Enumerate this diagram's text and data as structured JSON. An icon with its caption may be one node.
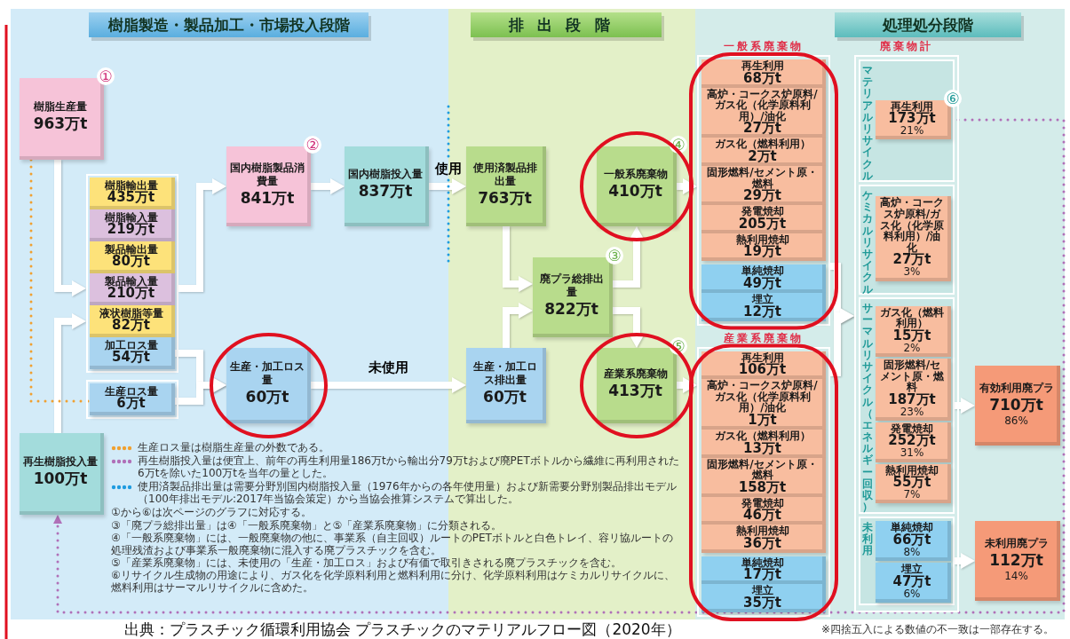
{
  "diagram": {
    "caption": "出典：プラスチック循環利用協会 プラスチックのマテリアルフロー図（2020年）",
    "nodes": [
      {
        "text": [
          "樹脂製造・製品加工・市場投入段階"
        ]
      },
      {
        "text": [
          "排出段階"
        ]
      },
      {
        "text": [
          "処理処分段階"
        ]
      },
      {
        "text": [
          "樹脂生産量",
          "963万t"
        ],
        "beside": [
          "①"
        ]
      },
      {
        "text": [],
        "shape": "box"
      },
      {
        "text": [
          "樹脂輸出量",
          "435万t"
        ],
        "in": 4
      },
      {
        "text": [
          "樹脂輸入量",
          "219万t"
        ],
        "in": 4
      },
      {
        "text": [
          "製品輸出量",
          "80万t"
        ],
        "in": 4
      },
      {
        "text": [
          "製品輸入量",
          "210万t"
        ],
        "in": 4
      },
      {
        "text": [
          "液状樹脂等量",
          "82万t"
        ],
        "in": 4
      },
      {
        "text": [
          "加工ロス量",
          "54万t"
        ],
        "in": 4
      },
      {
        "text": [],
        "shape": "box"
      },
      {
        "text": [
          "生産ロス量",
          "6万t"
        ],
        "in": 11
      },
      {
        "text": [
          "再生樹脂投入量",
          "100万t"
        ]
      },
      {
        "text": [
          "国内樹脂製品消費量",
          "841万t"
        ],
        "beside": [
          "②"
        ]
      },
      {
        "text": [
          "国内樹脂投入量",
          "837万t"
        ]
      },
      {
        "text": [
          "使用済製品排出量",
          "763万t"
        ]
      },
      {
        "text": [
          "生産・加工ロス量",
          "60万t"
        ]
      },
      {
        "text": [
          "生産・加工ロス排出量",
          "60万t"
        ]
      },
      {
        "text": [
          "廃プラ総排出量",
          "822万t"
        ],
        "beside": [
          "③"
        ]
      },
      {
        "text": [
          "一般系廃棄物",
          "410万t"
        ],
        "beside": [
          "④"
        ]
      },
      {
        "text": [
          "産業系廃棄物",
          "413万t"
        ],
        "beside": [
          "⑤"
        ]
      },
      {
        "text": [
          "一般系廃棄物"
        ]
      },
      {
        "text": [
          "再生利用",
          "68万t"
        ],
        "in": 22
      },
      {
        "text": [
          "高炉・コークス炉原料/ガス化（化学原料利用）/油化",
          "27万t"
        ],
        "in": 22
      },
      {
        "text": [
          "ガス化（燃料利用）",
          "2万t"
        ],
        "in": 22
      },
      {
        "text": [
          "固形燃料/セメント原・燃料",
          "29万t"
        ],
        "in": 22
      },
      {
        "text": [
          "発電焼却",
          "205万t"
        ],
        "in": 22
      },
      {
        "text": [
          "熱利用焼却",
          "19万t"
        ],
        "in": 22
      },
      {
        "text": [
          "単純焼却",
          "49万t"
        ],
        "in": 22
      },
      {
        "text": [
          "埋立",
          "12万t"
        ],
        "in": 22
      },
      {
        "text": [
          "産業系廃棄物"
        ]
      },
      {
        "text": [
          "再生利用",
          "106万t"
        ],
        "in": 31
      },
      {
        "text": [
          "高炉・コークス炉原料/ガス化（化学原料利用）/油化",
          "1万t"
        ],
        "in": 31
      },
      {
        "text": [
          "ガス化（燃料利用）",
          "13万t"
        ],
        "in": 31
      },
      {
        "text": [
          "固形燃料/セメント原・燃料",
          "158万t"
        ],
        "in": 31
      },
      {
        "text": [
          "発電焼却",
          "46万t"
        ],
        "in": 31
      },
      {
        "text": [
          "熱利用焼却",
          "36万t"
        ],
        "in": 31
      },
      {
        "text": [
          "単純焼却",
          "17万t"
        ],
        "in": 31
      },
      {
        "text": [
          "埋立",
          "35万t"
        ],
        "in": 31
      },
      {
        "text": [
          "廃棄物計"
        ]
      },
      {
        "text": [
          "マテリアルリサイクル"
        ],
        "in": 40
      },
      {
        "text": [
          "再生利用",
          "173万t",
          "21%"
        ],
        "in": 41,
        "beside": [
          "⑥"
        ]
      },
      {
        "text": [
          "ケミカルリサイクル"
        ],
        "in": 40
      },
      {
        "text": [
          "高炉・コークス炉原料/ガス化（化学原料利用）/油化",
          "27万t",
          "3%"
        ],
        "in": 43
      },
      {
        "text": [
          "サーマルリサイクル（エネルギー回収）"
        ],
        "in": 40
      },
      {
        "text": [
          "ガス化（燃料利用）",
          "15万t",
          "2%"
        ],
        "in": 45
      },
      {
        "text": [
          "固形燃料/セメント原・燃料",
          "187万t",
          "23%"
        ],
        "in": 45
      },
      {
        "text": [
          "発電焼却",
          "252万t",
          "31%"
        ],
        "in": 45
      },
      {
        "text": [
          "熱利用焼却",
          "55万t",
          "7%"
        ],
        "in": 45
      },
      {
        "text": [
          "未利用"
        ],
        "in": 40
      },
      {
        "text": [
          "単純焼却",
          "66万t",
          "8%"
        ],
        "in": 50
      },
      {
        "text": [
          "埋立",
          "47万t",
          "6%"
        ],
        "in": 50
      },
      {
        "text": [
          "有効利用廃プラ",
          "710万t",
          "86%"
        ]
      },
      {
        "text": [
          "未利用廃プラ",
          "112万t",
          "14%"
        ]
      }
    ],
    "edges": [
      {
        "from": 3,
        "to": 4,
        "arrow": "to"
      },
      {
        "from": 13,
        "to": 4,
        "arrow": "to"
      },
      {
        "from": 4,
        "to": 14,
        "arrow": "to"
      },
      {
        "from": 14,
        "to": 15,
        "arrow": "to"
      },
      {
        "from": 15,
        "to": 16,
        "arrow": "to",
        "label": "使用"
      },
      {
        "from": 10,
        "to": 17,
        "arrow": "to"
      },
      {
        "from": 12,
        "to": 17,
        "arrow": "to"
      },
      {
        "from": 17,
        "to": 18,
        "arrow": "to",
        "label": "未使用"
      },
      {
        "from": 16,
        "to": 19,
        "arrow": "to"
      },
      {
        "from": 18,
        "to": 19,
        "arrow": "to"
      },
      {
        "from": 19,
        "to": 20,
        "arrow": "to"
      },
      {
        "from": 19,
        "to": 21,
        "arrow": "to"
      },
      {
        "from": 20,
        "to": 22,
        "arrow": "to"
      },
      {
        "from": 21,
        "to": 31,
        "arrow": "to"
      },
      {
        "from": 22,
        "to": 40,
        "arrow": "to"
      },
      {
        "from": 31,
        "to": 40,
        "arrow": "to"
      },
      {
        "from": 45,
        "to": 53,
        "arrow": "to"
      },
      {
        "from": 50,
        "to": 54,
        "arrow": "to"
      },
      {
        "from": 3,
        "to": 12,
        "arrow": "none",
        "style": "dashed",
        "color": "#f0a030"
      },
      {
        "from": 42,
        "to": 13,
        "arrow": "to",
        "style": "dashed",
        "color": "#b070b8"
      }
    ],
    "labels": [
      "①から⑥は次ページのグラフに対応する。",
      "③「廃プラ総排出量」は④「一般系廃棄物」と⑤「産業系廃棄物」に分類される。",
      "④「一般系廃棄物」には、一般廃棄物の他に、事業系（自主回収）ルートのPETボトルと白色トレイ、容リ協ルートの処理残渣および事業系一般廃棄物に混入する廃プラスチックを含む。",
      "⑤「産業系廃棄物」には、未使用の「生産・加工ロス」および有価で取引きされる廃プラスチックを含む。",
      "⑥リサイクル生成物の用途により、ガス化を化学原料利用と燃料利用に分け、化学原料利用はケミカルリサイクルに、燃料利用はサーマルリサイクルに含めた。",
      "※四捨五入による数値の不一致は一部存在する。"
    ],
    "legend": [
      {
        "text": "生産ロス量は樹脂生産量の外数である。"
      },
      {
        "text": "再生樹脂投入量は便宜上、前年の再生利用量186万tから輸出分79万tおよび廃PETボトルから繊維に再利用された6万tを除いた100万tを当年の量とした。"
      },
      {
        "text": "使用済製品排出量は需要分野別国内樹脂投入量（1976年からの各年使用量）および新需要分野別製品排出モデル（100年排出モデル:2017年当協会策定）から当協会推算システムで算出した。"
      }
    ]
  }
}
